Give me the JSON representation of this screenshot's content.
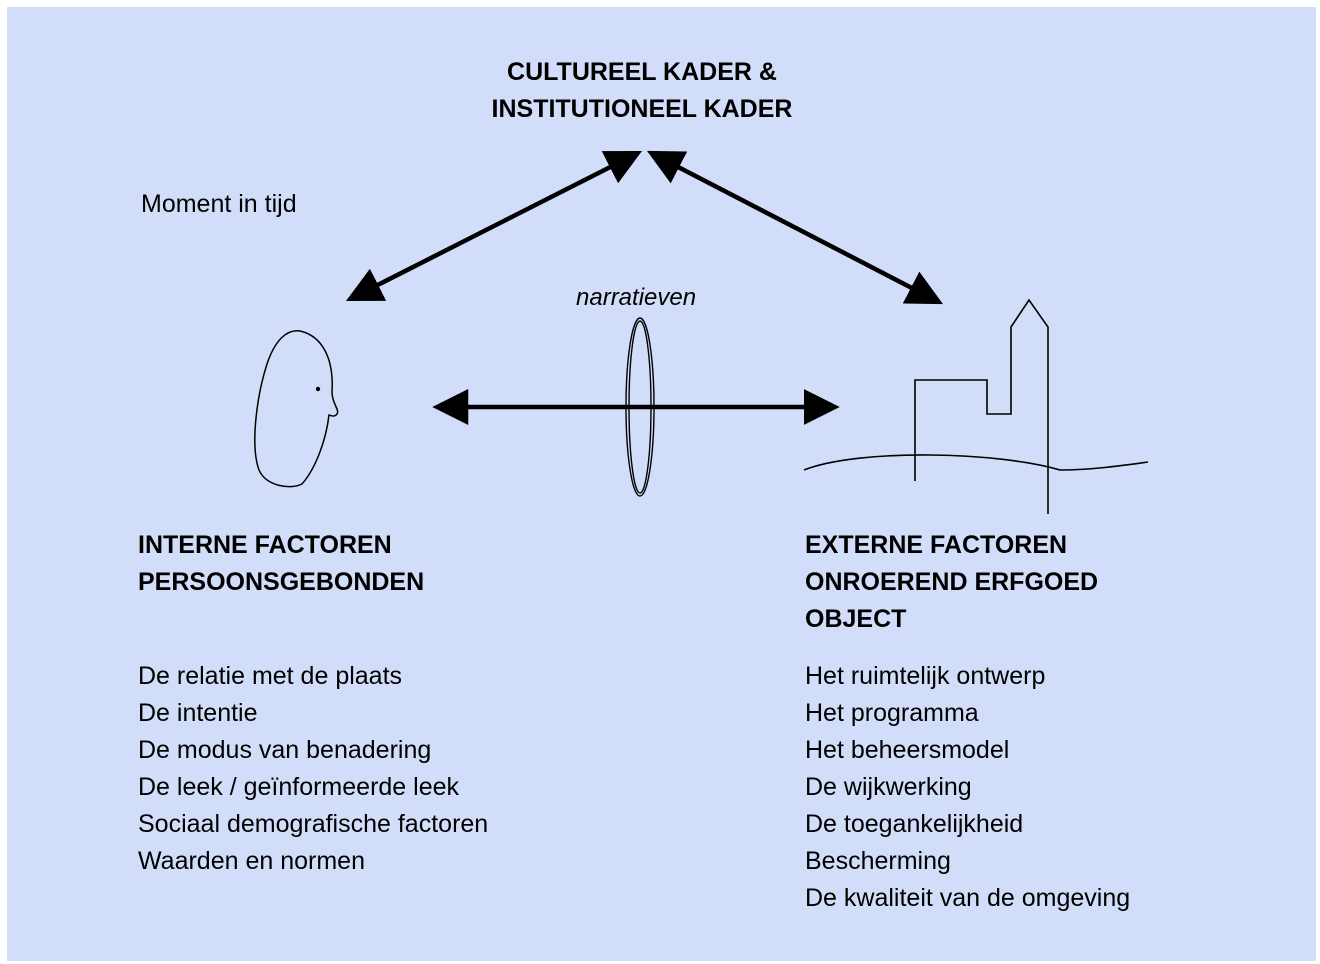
{
  "title": {
    "line1": "CULTUREEL KADER &",
    "line2": "INSTITUTIONEEL KADER"
  },
  "moment_label": "Moment in tijd",
  "lens_label": "narratieven",
  "internal": {
    "heading_line1": "INTERNE FACTOREN",
    "heading_line2": "PERSOONSGEBONDEN",
    "items": [
      "De relatie met de plaats",
      "De intentie",
      "De modus van benadering",
      "De leek / geïnformeerde leek",
      "Sociaal demografische factoren",
      "Waarden en normen"
    ]
  },
  "external": {
    "heading_line1": "EXTERNE FACTOREN",
    "heading_line2": "ONROEREND ERFGOED",
    "heading_line3": "OBJECT",
    "items": [
      "Het ruimtelijk ontwerp",
      "Het programma",
      "Het beheersmodel",
      "De wijkwerking",
      "De toegankelijkheid",
      "Bescherming",
      "De kwaliteit van de omgeving"
    ]
  },
  "colors": {
    "background": "#d2def9",
    "ink": "#000000"
  },
  "icons": [
    "head-icon",
    "lens-icon",
    "heritage-building-icon"
  ]
}
